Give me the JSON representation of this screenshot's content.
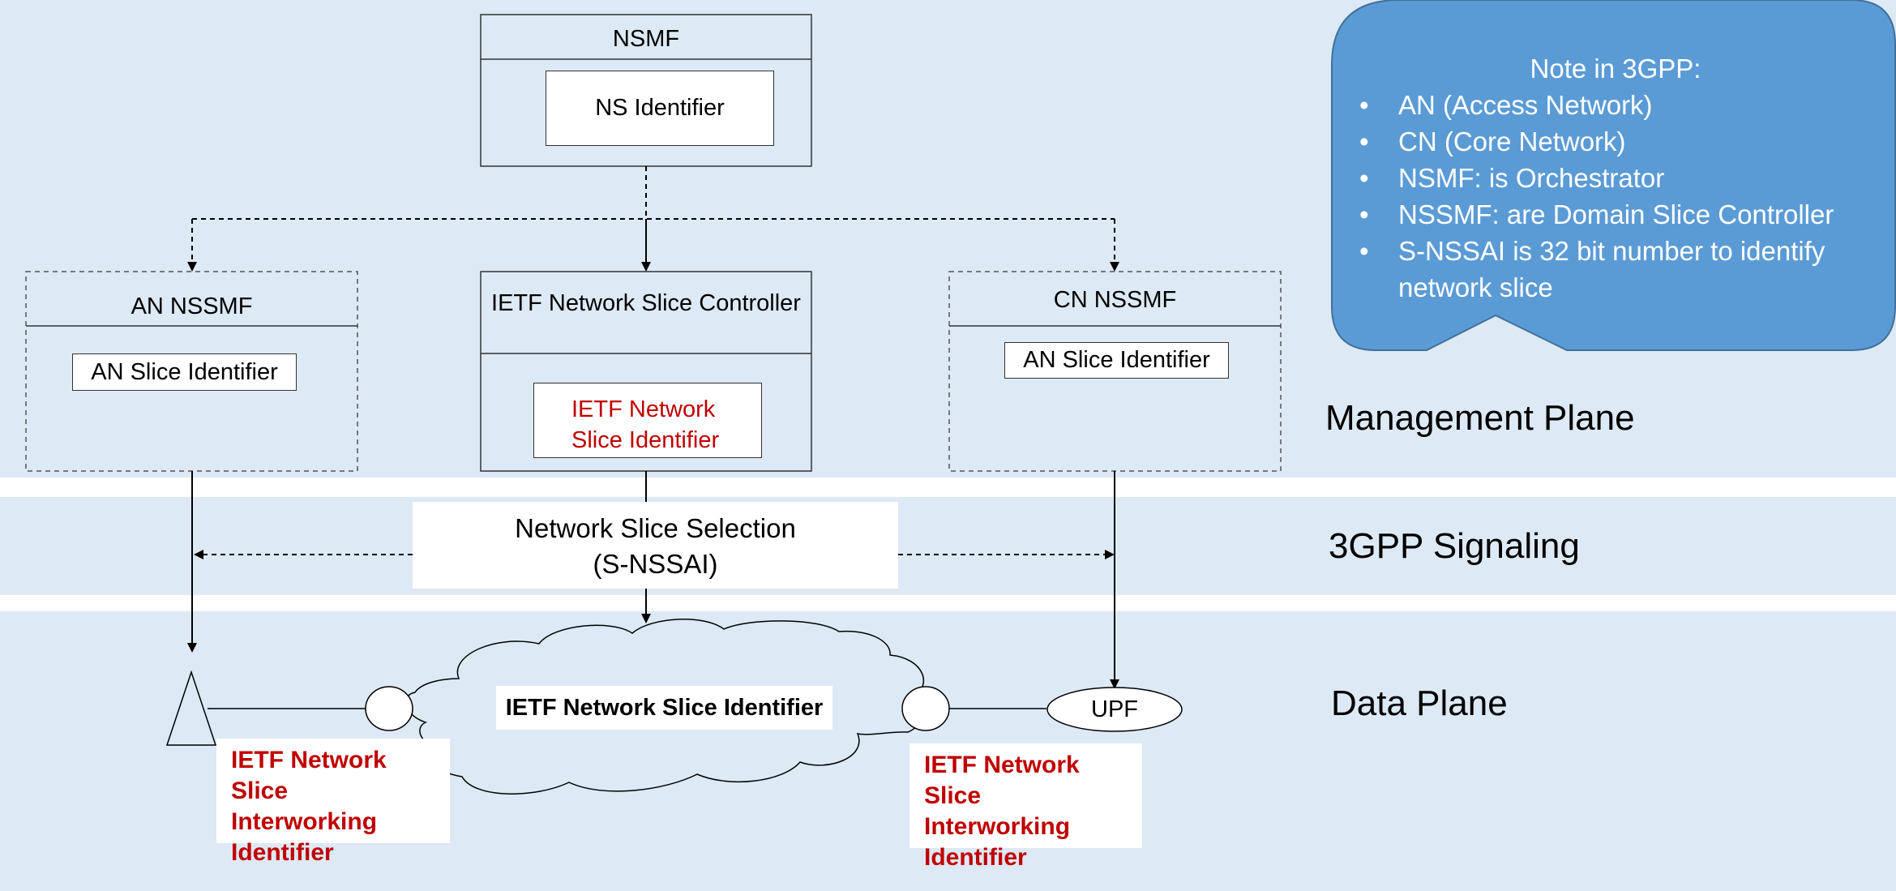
{
  "nsmf": {
    "title": "NSMF",
    "identifier": "NS Identifier"
  },
  "an_nssmf": {
    "title": "AN NSSMF",
    "identifier": "AN Slice Identifier"
  },
  "ietf_controller": {
    "title": "IETF Network Slice Controller",
    "identifier_line1": "IETF Network",
    "identifier_line2": "Slice Identifier"
  },
  "cn_nssmf": {
    "title": "CN NSSMF",
    "identifier": "AN Slice Identifier"
  },
  "signaling": {
    "line1": "Network Slice Selection",
    "line2": "(S-NSSAI)"
  },
  "cloud": {
    "label": "IETF Network Slice Identifier"
  },
  "upf": {
    "label": "UPF"
  },
  "interworking_left": {
    "line1": "IETF Network Slice",
    "line2": "Interworking",
    "line3": "Identifier"
  },
  "interworking_right": {
    "line1": "IETF Network Slice",
    "line2": "Interworking",
    "line3": "Identifier"
  },
  "planes": {
    "management": "Management Plane",
    "signaling": "3GPP Signaling",
    "data": "Data Plane"
  },
  "note": {
    "title": "Note in 3GPP:",
    "items": [
      "AN (Access Network)",
      "CN (Core Network)",
      "NSMF: is Orchestrator",
      "NSSMF: are Domain Slice Controller",
      "S-NSSAI is 32 bit number to identify",
      "network slice"
    ]
  },
  "colors": {
    "band": "#dde9f4",
    "callout": "#5b9bd5",
    "accent_red": "#c00000"
  }
}
